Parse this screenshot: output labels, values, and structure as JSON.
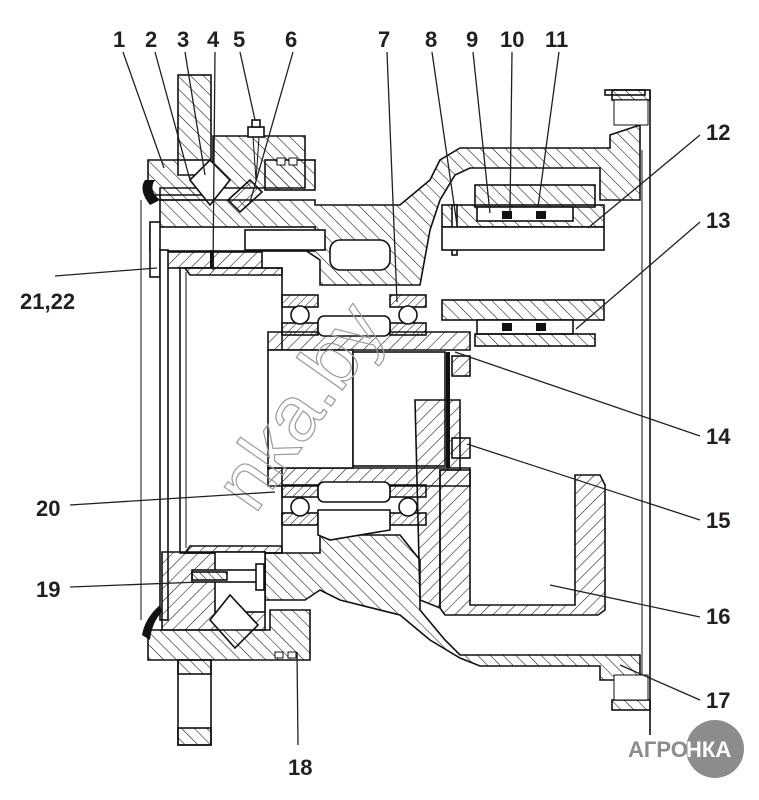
{
  "figure": {
    "callouts": [
      {
        "id": "1",
        "label": "1"
      },
      {
        "id": "2",
        "label": "2"
      },
      {
        "id": "3",
        "label": "3"
      },
      {
        "id": "4",
        "label": "4"
      },
      {
        "id": "5",
        "label": "5"
      },
      {
        "id": "6",
        "label": "6"
      },
      {
        "id": "7",
        "label": "7"
      },
      {
        "id": "8",
        "label": "8"
      },
      {
        "id": "9",
        "label": "9"
      },
      {
        "id": "10",
        "label": "10"
      },
      {
        "id": "11",
        "label": "11"
      },
      {
        "id": "12",
        "label": "12"
      },
      {
        "id": "13",
        "label": "13"
      },
      {
        "id": "14",
        "label": "14"
      },
      {
        "id": "15",
        "label": "15"
      },
      {
        "id": "16",
        "label": "16"
      },
      {
        "id": "17",
        "label": "17"
      },
      {
        "id": "18",
        "label": "18"
      },
      {
        "id": "19",
        "label": "19"
      },
      {
        "id": "20",
        "label": "20"
      },
      {
        "id": "21-22",
        "label": "21,22"
      }
    ],
    "watermark": "nka.by",
    "logo": {
      "left": "АГРО",
      "right": "НКА"
    },
    "colors": {
      "ink": "#111111",
      "label": "#231f20",
      "watermark": "#9a9a9a",
      "logo": "#8c8c8c"
    }
  }
}
